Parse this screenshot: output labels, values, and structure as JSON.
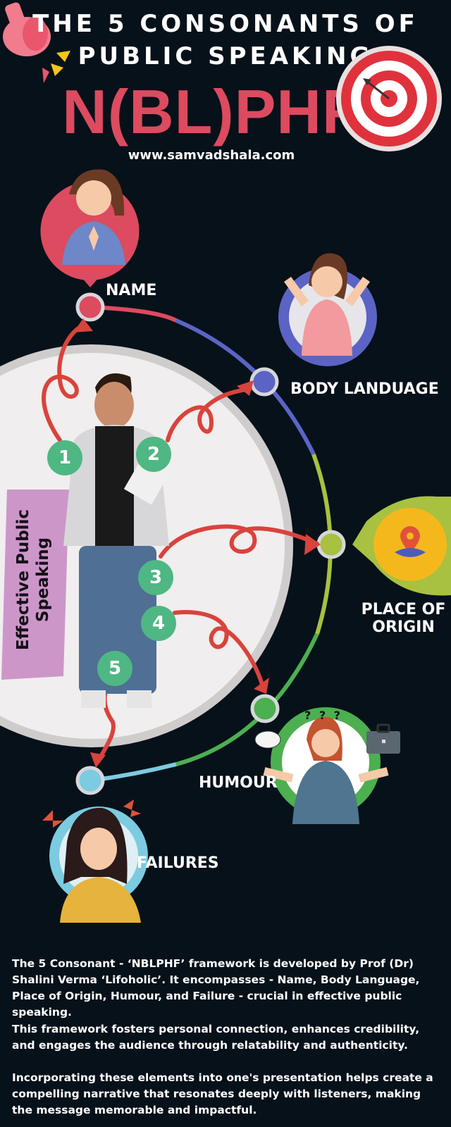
{
  "header": {
    "title_line1": "THE 5 CONSONANTS OF",
    "title_line2": "PUBLIC SPEAKING",
    "acronym": "N(BL)PHF",
    "website": "www.samvadshala.com"
  },
  "center": {
    "side_label_line1": "Effective Public",
    "side_label_line2": "Speaking"
  },
  "steps": [
    {
      "number": "1",
      "label": "NAME"
    },
    {
      "number": "2",
      "label": "BODY LANDUAGE"
    },
    {
      "number": "3",
      "label_line1": "PLACE OF",
      "label_line2": "ORIGIN"
    },
    {
      "number": "4",
      "label": "HUMOUR"
    },
    {
      "number": "5",
      "label": "FAILURES"
    }
  ],
  "description": {
    "paragraph1": "The 5 Consonant - ‘NBLPHF’ framework is developed by Prof (Dr) Shalini Verma ‘Lifoholic’. It encompasses - Name, Body Language, Place of Origin, Humour, and Failure - crucial in effective public speaking.",
    "paragraph2": "This framework fosters personal connection, enhances credibility, and engages the audience through relatability and authenticity.",
    "paragraph3": "Incorporating these elements into one's presentation helps create a compelling narrative that resonates deeply with listeners, making the message memorable and impactful."
  },
  "colors": {
    "background": "#07111a",
    "accent_red": "#dc4b5f",
    "arc_blue": "#5b64c4",
    "arc_olive": "#a8c140",
    "arc_green": "#4caf50",
    "arc_cyan": "#7ccbe0",
    "number_green": "#4fb783"
  },
  "icons": [
    "megaphone-icon",
    "target-icon",
    "location-pin-icon",
    "briefcase-icon"
  ]
}
